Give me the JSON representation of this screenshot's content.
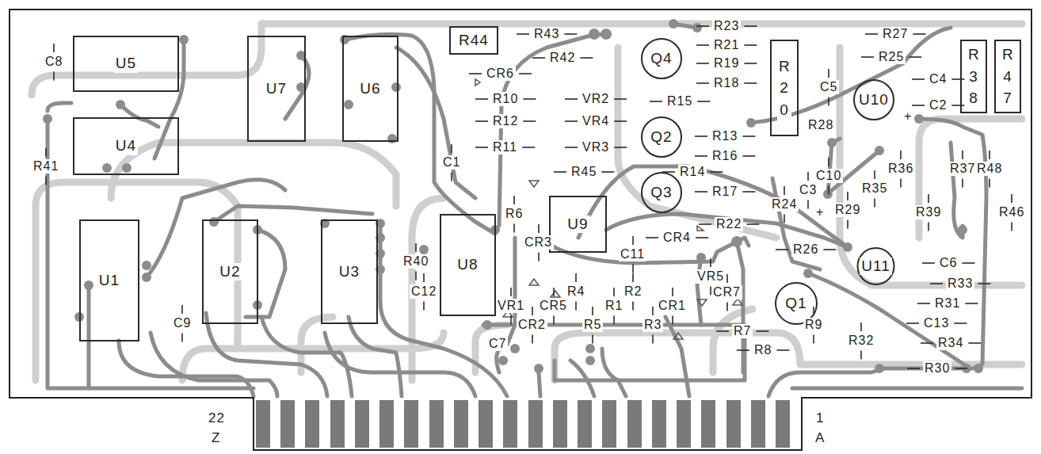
{
  "diagram": {
    "nodes": [
      {
        "text": [
          "R44"
        ]
      },
      {
        "text": [
          "U5"
        ]
      },
      {
        "text": [
          "U7"
        ]
      },
      {
        "text": [
          "U6"
        ]
      },
      {
        "text": [
          "Q4"
        ]
      },
      {
        "text": [
          "R 2 0"
        ]
      },
      {
        "text": [
          "U10"
        ]
      },
      {
        "text": [
          "R 3 8"
        ]
      },
      {
        "text": [
          "R 4 7"
        ]
      },
      {
        "text": [
          "U4"
        ]
      },
      {
        "text": [
          "Q2"
        ]
      },
      {
        "text": [
          "Q3"
        ]
      },
      {
        "text": [
          "U9"
        ]
      },
      {
        "text": [
          "U1"
        ]
      },
      {
        "text": [
          "U2"
        ]
      },
      {
        "text": [
          "U3"
        ]
      },
      {
        "text": [
          "U8"
        ]
      },
      {
        "text": [
          "U11"
        ]
      },
      {
        "text": [
          "Q1"
        ]
      }
    ],
    "labels": [
      "C8",
      "R41",
      "C9",
      "C1",
      "R40",
      "C12",
      "CR6",
      "R43",
      "R42",
      "R10",
      "R12",
      "R11",
      "VR2",
      "VR4",
      "VR3",
      "R15",
      "R45",
      "R14",
      "R6",
      "CR3",
      "C11",
      "CR4",
      "R22",
      "R4",
      "R2",
      "VR1",
      "CR5",
      "R1",
      "CR1",
      "VR5",
      "CR7",
      "CR2",
      "R5",
      "R3",
      "C7",
      "R7",
      "R8",
      "R23",
      "R21",
      "R19",
      "R18",
      "R13",
      "R16",
      "R17",
      "C5",
      "R28",
      "R27",
      "R25",
      "C4",
      "C2",
      "+",
      "C10",
      "C3",
      "R24",
      "+",
      "R36",
      "R35",
      "R29",
      "R39",
      "R37",
      "R48",
      "R46",
      "R26",
      "C6",
      "R33",
      "R31",
      "C13",
      "R34",
      "R9",
      "R32",
      "R30",
      "22",
      "Z",
      "1",
      "A"
    ]
  }
}
